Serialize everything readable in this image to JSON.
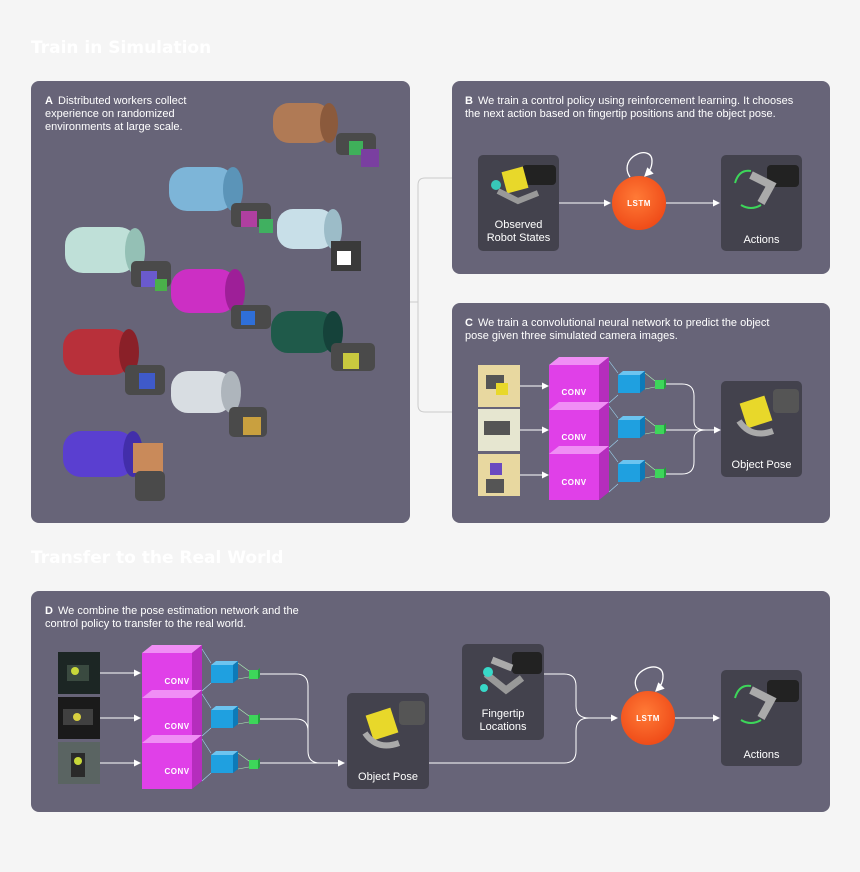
{
  "titles": {
    "sim": "Train in Simulation",
    "real": "Transfer to the Real World"
  },
  "panel_a": {
    "letter": "A",
    "text": "Distributed workers collect experience on randomized environments at large scale."
  },
  "panel_b": {
    "letter": "B",
    "text": "We train a control policy using reinforcement learning. It chooses the next action based on fingertip positions and the object pose.",
    "observed_label": "Observed Robot States",
    "lstm_label": "LSTM",
    "actions_label": "Actions"
  },
  "panel_c": {
    "letter": "C",
    "text": "We train a convolutional neural network to predict the object pose given three simulated camera images.",
    "conv_label": "CONV",
    "object_pose_label": "Object Pose"
  },
  "panel_d": {
    "letter": "D",
    "text": "We combine the pose estimation network and the control policy to transfer to the real world.",
    "conv_label": "CONV",
    "object_pose_label": "Object Pose",
    "fingertip_label": "Fingertip Locations",
    "lstm_label": "LSTM",
    "actions_label": "Actions"
  },
  "colors": {
    "panel": "#676478",
    "card": "#43424d",
    "conv": "#e040e8",
    "cube_blue": "#1fa0e0",
    "cube_green": "#3dd65a",
    "lstm": "#f04e1a"
  }
}
